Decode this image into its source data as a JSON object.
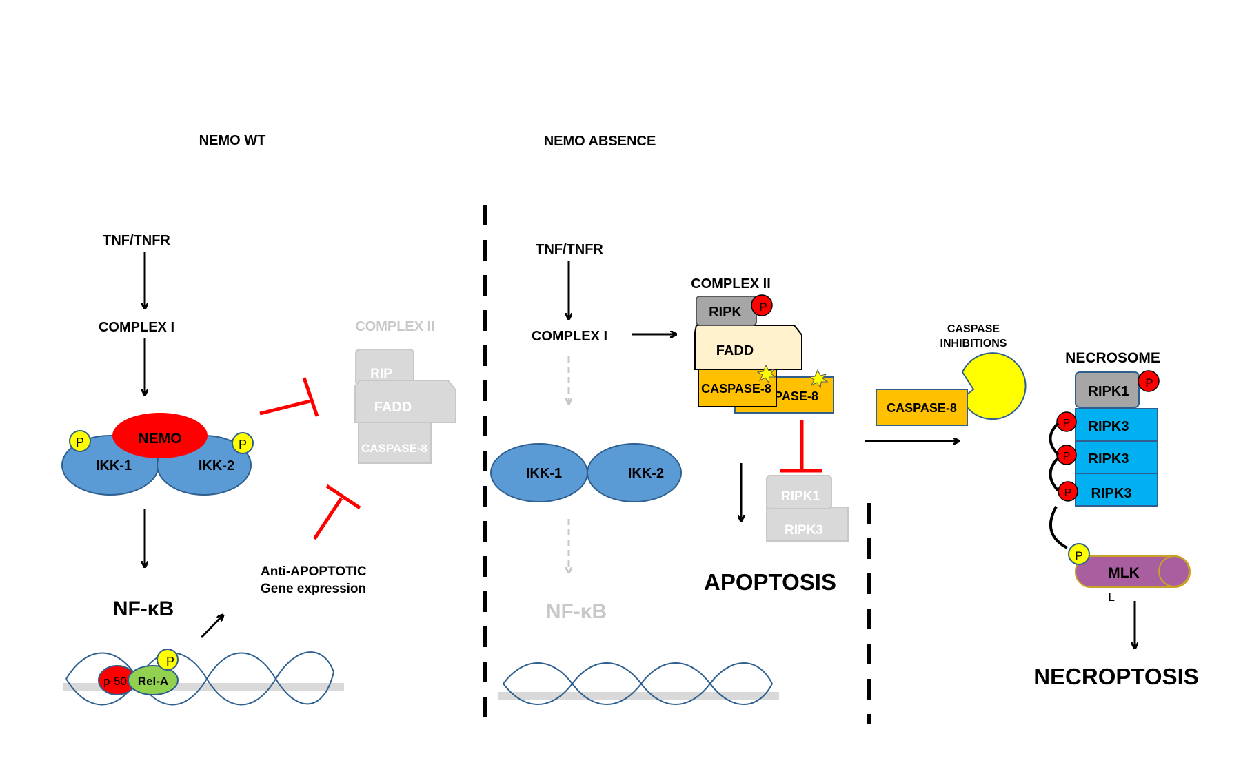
{
  "colors": {
    "blue": "#5b9bd5",
    "blue_stroke": "#2e5f8f",
    "red": "#ff0000",
    "yellow": "#ffff00",
    "gray": "#a6a6a6",
    "light_gray": "#d9d9d9",
    "faded_text": "#c8c8c8",
    "cream": "#fff2cc",
    "orange": "#ffc000",
    "cyan": "#00b0f0",
    "purple": "#a95f9f",
    "green": "#92d050",
    "dna_strand": "#2e5f8f"
  },
  "left_panel": {
    "title": "NEMO WT",
    "tnf": "TNF/TNFR",
    "complex1": "COMPLEX I",
    "nemo": "NEMO",
    "ikk1": "IKK-1",
    "ikk2": "IKK-2",
    "phospho": "P",
    "nfkb": "NF-κB",
    "p50": "p-50",
    "rela": "Rel-A",
    "anti_apoptotic_line1": "Anti-APOPTOTIC",
    "anti_apoptotic_line2": "Gene expression",
    "complex2_faded": {
      "title": "COMPLEX II",
      "rip": "RIP",
      "fadd": "FADD",
      "casp8": "CASPASE-8"
    }
  },
  "middle_panel": {
    "title": "NEMO ABSENCE",
    "tnf": "TNF/TNFR",
    "complex1": "COMPLEX I",
    "ikk1": "IKK-1",
    "ikk2": "IKK-2",
    "nfkb_faded": "NF-κB",
    "complex2": {
      "title": "COMPLEX II",
      "ripk": "RIPK",
      "phospho": "P",
      "fadd": "FADD",
      "casp8_front": "CASPASE-8",
      "casp8_back": "PASE-8"
    },
    "ripk1_faded": "RIPK1",
    "ripk3_faded": "RIPK3",
    "apoptosis": "APOPTOSIS"
  },
  "right_panel": {
    "caspase_inhibitions_line1": "CASPASE",
    "caspase_inhibitions_line2": "INHIBITIONS",
    "casp8": "CASPASE-8",
    "necrosome": "NECROSOME",
    "ripk1": "RIPK1",
    "ripk3_items": [
      "RIPK3",
      "RIPK3",
      "RIPK3"
    ],
    "phospho": "P",
    "mlk": "MLK",
    "mlk_tail": "L",
    "necroptosis": "NECROPTOSIS"
  }
}
